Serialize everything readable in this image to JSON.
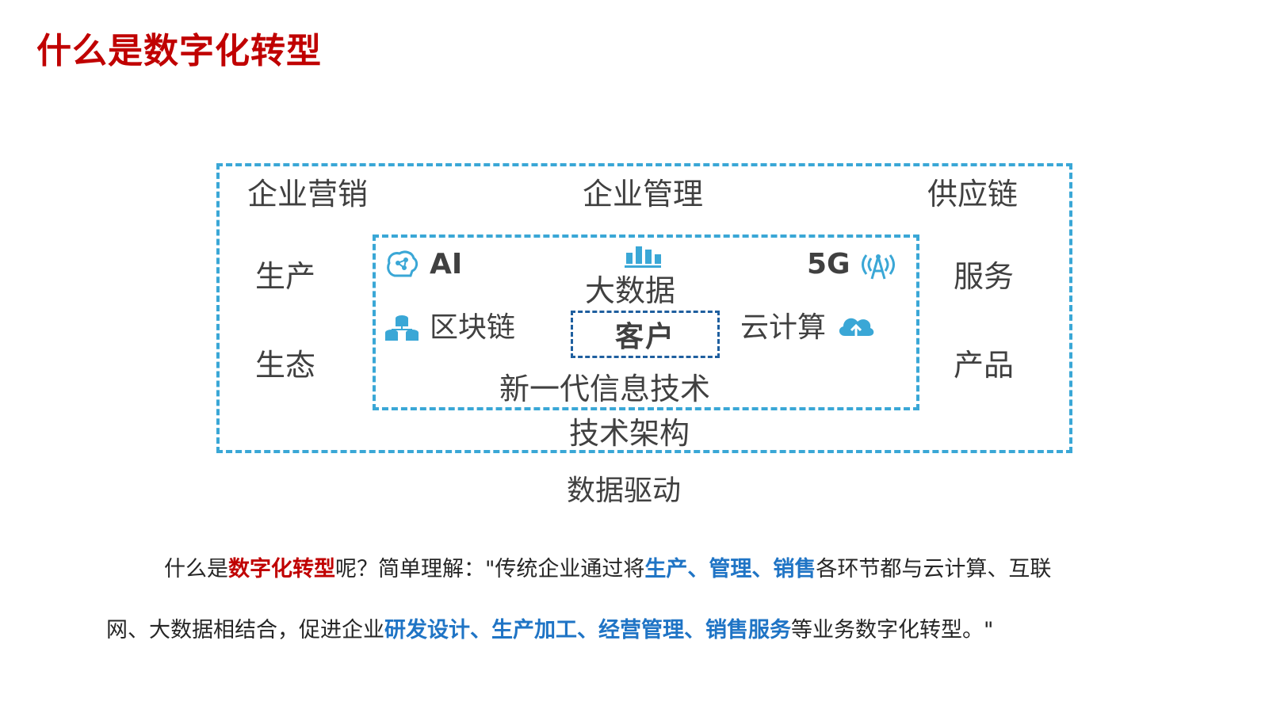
{
  "title": "什么是数字化转型",
  "diagram": {
    "outer_top": [
      "企业营销",
      "企业管理",
      "供应链"
    ],
    "left": [
      "生产",
      "生态"
    ],
    "right": [
      "服务",
      "产品"
    ],
    "tech": {
      "ai": "AI",
      "bigdata": "大数据",
      "5g": "5G",
      "blockchain": "区块链",
      "cloud": "云计算"
    },
    "core": "客户",
    "inner_caption": "新一代信息技术",
    "outer_caption": "技术架构",
    "footer_caption": "数据驱动"
  },
  "description": {
    "line1": [
      "什么是",
      "数字化转型",
      "呢？简单理解：\"传统企业通过将",
      "生产、管理、销售",
      "各环节都与云计算、互联"
    ],
    "line2": [
      "网、大数据相结合，促进企业",
      "研发设计、生产加工、经营管理、销售服务",
      "等业务数字化转型。\""
    ]
  },
  "colors": {
    "title": "#c00000",
    "accent_blue": "#1f74c5",
    "dash_blue": "#3aa7d6"
  },
  "icons": {
    "ai": "brain-chip-icon",
    "bigdata": "bar-chart-icon",
    "5g": "signal-tower-icon",
    "blockchain": "database-network-icon",
    "cloud": "cloud-upload-icon"
  }
}
